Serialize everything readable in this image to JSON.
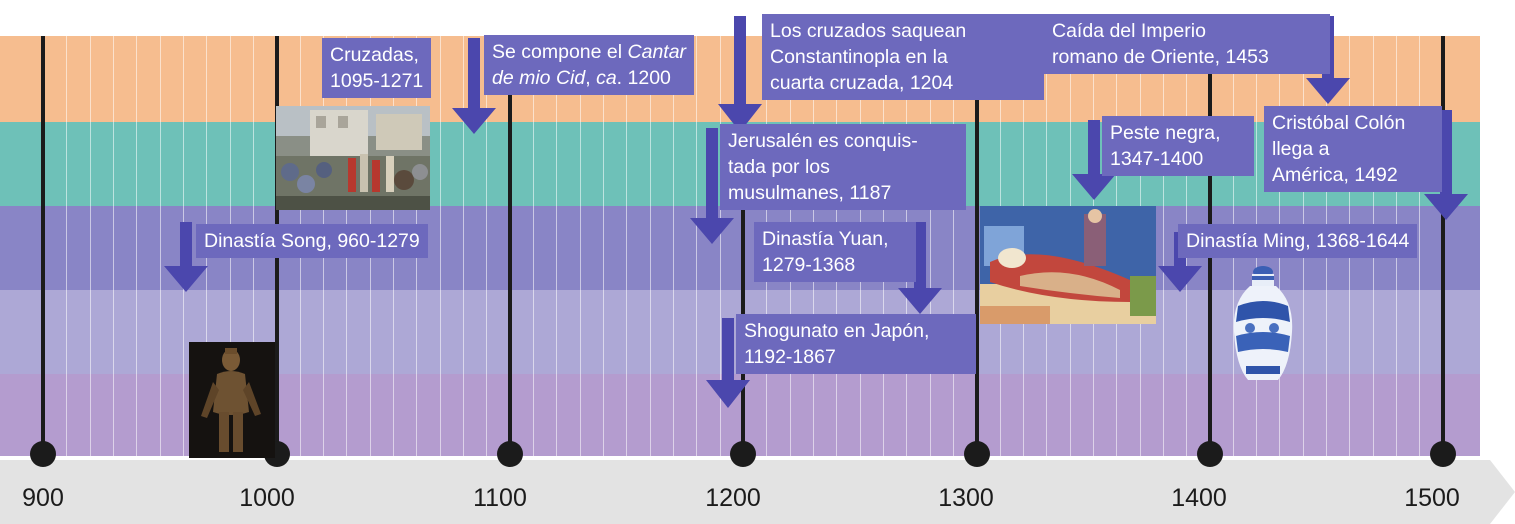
{
  "axis": {
    "ticks": [
      "900",
      "1000",
      "1100",
      "1200",
      "1300",
      "1400",
      "1500"
    ]
  },
  "colors": {
    "band_1": "#f6bd8f",
    "band_2": "#6ec1b8",
    "band_3": "#8985c6",
    "band_4": "#ada8d6",
    "band_5": "#b49ccf",
    "label_fill": "#6d69bd",
    "arrow": "#4b47ad",
    "axis_bar": "#e3e3e3",
    "century_line": "#1b1b1b"
  },
  "events": {
    "cruzadas": {
      "line1": "Cruzadas,",
      "line2": "1095-1271"
    },
    "cantar": {
      "line1_pre": "Se compone el ",
      "line1_em": "Cantar",
      "line2_em1": "de mio Cid",
      "line2_mid": ", ",
      "line2_em2": "ca",
      "line2_post": ". 1200"
    },
    "constantinopla": {
      "line1": "Los cruzados saquean",
      "line2": "Constantinopla en la",
      "line3": "cuarta cruzada, 1204"
    },
    "caida_imperio": {
      "line1": "Caída del Imperio",
      "line2": "romano de Oriente, 1453"
    },
    "jerusalen": {
      "line1": "Jerusalén es conquis-",
      "line2": "tada por los",
      "line3": "musulmanes, 1187"
    },
    "peste": {
      "line1": "Peste negra,",
      "line2": "1347-1400"
    },
    "colon": {
      "line1": "Cristóbal Colón",
      "line2": "llega a",
      "line3": "América, 1492"
    },
    "song": {
      "line1": "Dinastía Song, 960-1279"
    },
    "yuan": {
      "line1": "Dinastía Yuan,",
      "line2": "1279-1368"
    },
    "ming": {
      "line1": "Dinastía Ming, 1368-1644"
    },
    "shogunato": {
      "line1": "Shogunato en Japón,",
      "line2": "1192-1867"
    }
  },
  "images": [
    {
      "name": "crusade-battle-painting-image",
      "depicts": "medieval crusade battle painting"
    },
    {
      "name": "song-statue-image",
      "depicts": "bronze statue"
    },
    {
      "name": "black-death-painting-image",
      "depicts": "medieval plague painting"
    },
    {
      "name": "ming-vase-image",
      "depicts": "blue and white porcelain vase"
    }
  ]
}
